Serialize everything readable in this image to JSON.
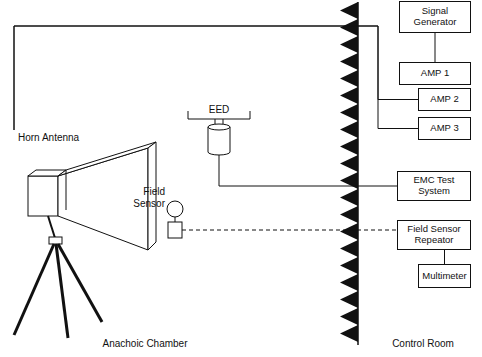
{
  "diagram": {
    "nodes": [
      {
        "text": [
          "Horn Antenna"
        ]
      },
      {
        "text": [
          "EED"
        ]
      },
      {
        "text": [
          "Field Sensor"
        ]
      },
      {
        "text": [
          "Signal Generator"
        ]
      },
      {
        "text": [
          "AMP 1"
        ]
      },
      {
        "text": [
          "AMP 2"
        ]
      },
      {
        "text": [
          "AMP 3"
        ]
      },
      {
        "text": [
          "EMC Test System"
        ]
      },
      {
        "text": [
          "Field Sensor Repeator"
        ]
      },
      {
        "text": [
          "Multimeter"
        ]
      }
    ],
    "edges": [
      {
        "from": 3,
        "to": 4,
        "arrow": "none"
      },
      {
        "from": 0,
        "to": 5,
        "arrow": "none"
      },
      {
        "from": 0,
        "to": 6,
        "arrow": "none"
      },
      {
        "from": 1,
        "to": 7,
        "arrow": "none"
      },
      {
        "from": 2,
        "to": 8,
        "arrow": "none"
      },
      {
        "from": 8,
        "to": 9,
        "arrow": "none"
      }
    ],
    "labels": [
      "Anachoic Chamber",
      "Control Room"
    ]
  }
}
